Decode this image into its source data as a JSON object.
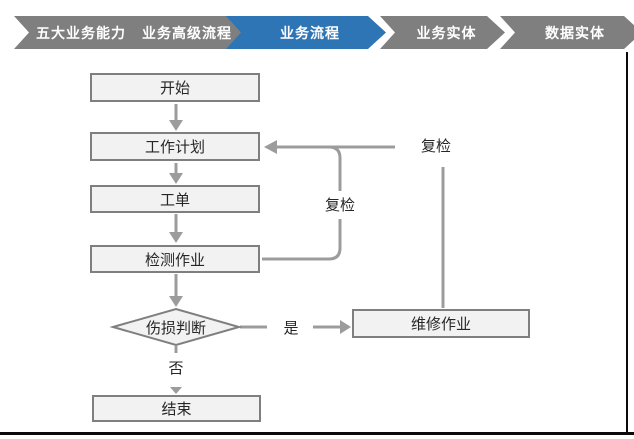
{
  "nav": {
    "items": [
      {
        "label": "五大业务能力",
        "active": false
      },
      {
        "label": "业务高级流程",
        "active": false
      },
      {
        "label": "业务流程",
        "active": true
      },
      {
        "label": "业务实体",
        "active": false
      },
      {
        "label": "数据实体",
        "active": false
      }
    ]
  },
  "flowchart": {
    "nodes": {
      "start": "开始",
      "plan": "工作计划",
      "order": "工单",
      "inspect": "检测作业",
      "decision": "伤损判断",
      "repair": "维修作业",
      "end": "结束"
    },
    "labels": {
      "yes": "是",
      "no": "否",
      "recheck_inner": "复检",
      "recheck_outer": "复检"
    }
  },
  "colors": {
    "chevron_gray": "#7f7f7f",
    "chevron_active": "#2e75b6",
    "node_fill": "#f2f2f2",
    "node_border": "#7f7f7f",
    "connector": "#9c9c9c",
    "frame": "#0a0a0a"
  }
}
